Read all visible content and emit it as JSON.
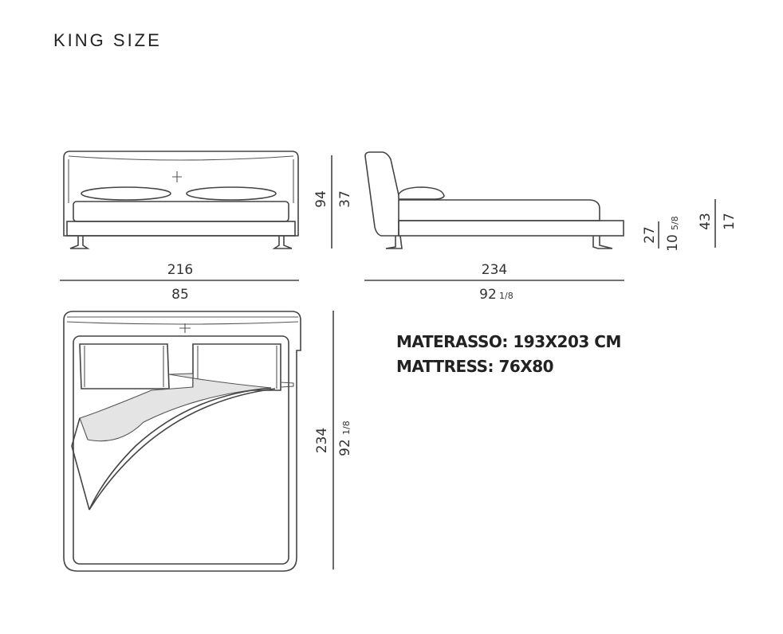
{
  "title": "KING SIZE",
  "front_view": {
    "width_cm": "216",
    "width_in": "85",
    "height_cm": "94",
    "height_in": "37"
  },
  "side_view": {
    "length_cm": "234",
    "length_in": "92",
    "length_in_frac": "1/8",
    "base_height_cm": "27",
    "base_height_in": "10",
    "base_height_in_frac": "5/8",
    "mattress_height_cm": "43",
    "mattress_height_in": "17"
  },
  "top_view": {
    "length_cm": "234",
    "length_in": "92",
    "length_in_frac": "1/8"
  },
  "specs": {
    "materasso": "MATERASSO: 193X203 CM",
    "mattress": "MATTRESS: 76X80"
  }
}
